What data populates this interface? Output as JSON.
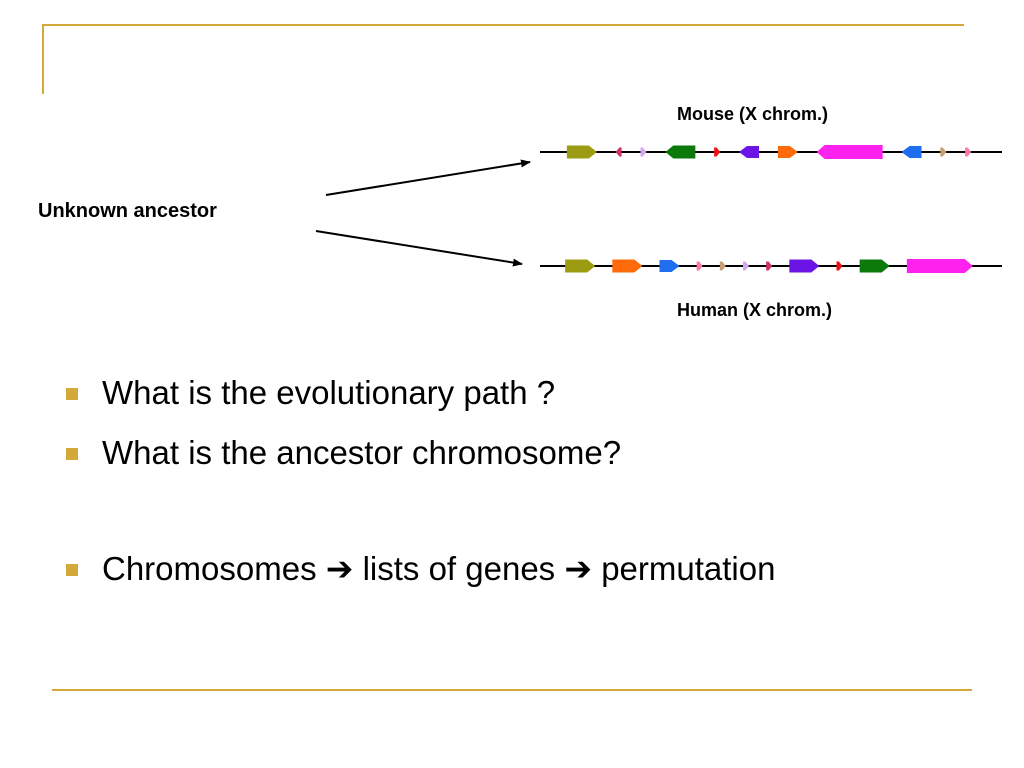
{
  "colors": {
    "accent": "#d4a93a",
    "line": "#000000"
  },
  "labels": {
    "mouse": "Mouse (X chrom.)",
    "human": "Human (X chrom.)",
    "ancestor": "Unknown ancestor"
  },
  "bullets": [
    {
      "text": "What is the evolutionary path ?"
    },
    {
      "text": "What is the ancestor chromosome?"
    },
    {
      "parts": [
        "Chromosomes",
        "➔",
        "lists of genes",
        "➔",
        "permutation"
      ]
    }
  ],
  "mouse_genes": [
    {
      "color": "#9c9c12",
      "dir": "right",
      "size": "large"
    },
    {
      "color": "#cc3366",
      "dir": "left",
      "size": "small"
    },
    {
      "color": "#d6a6f2",
      "dir": "right",
      "size": "small"
    },
    {
      "color": "#0b7a0b",
      "dir": "left",
      "size": "large"
    },
    {
      "color": "#ee1111",
      "dir": "right",
      "size": "small"
    },
    {
      "color": "#6a14e6",
      "dir": "left",
      "size": "medium"
    },
    {
      "color": "#ff6a0a",
      "dir": "right",
      "size": "medium"
    },
    {
      "color": "#ff22ee",
      "dir": "left",
      "size": "xlarge"
    },
    {
      "color": "#1f6ef0",
      "dir": "left",
      "size": "medium"
    },
    {
      "color": "#c8a078",
      "dir": "right",
      "size": "small"
    },
    {
      "color": "#ff77aa",
      "dir": "right",
      "size": "small"
    }
  ],
  "human_genes": [
    {
      "color": "#9c9c12",
      "dir": "right",
      "size": "large"
    },
    {
      "color": "#ff6a0a",
      "dir": "right",
      "size": "large"
    },
    {
      "color": "#1f6ef0",
      "dir": "right",
      "size": "medium"
    },
    {
      "color": "#ff77aa",
      "dir": "right",
      "size": "small"
    },
    {
      "color": "#c8a078",
      "dir": "right",
      "size": "small"
    },
    {
      "color": "#d6a6f2",
      "dir": "right",
      "size": "small"
    },
    {
      "color": "#cc3366",
      "dir": "right",
      "size": "small"
    },
    {
      "color": "#6a14e6",
      "dir": "right",
      "size": "large"
    },
    {
      "color": "#ee1111",
      "dir": "right",
      "size": "small"
    },
    {
      "color": "#0b7a0b",
      "dir": "right",
      "size": "large"
    },
    {
      "color": "#ff22ee",
      "dir": "right",
      "size": "xlarge"
    }
  ]
}
